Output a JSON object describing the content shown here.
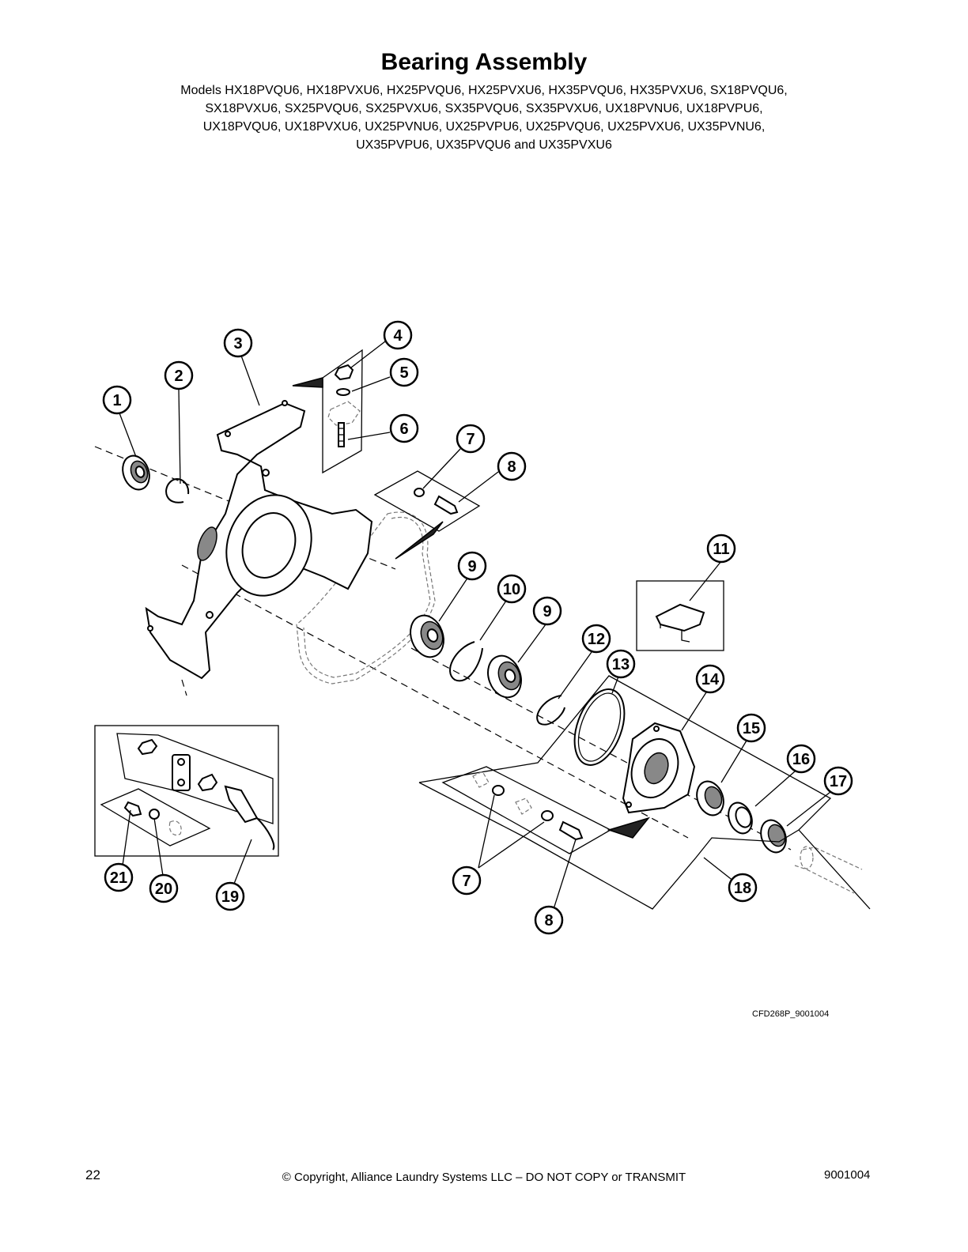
{
  "header": {
    "title": "Bearing Assembly",
    "models_lines": [
      "Models HX18PVQU6, HX18PVXU6, HX25PVQU6, HX25PVXU6, HX35PVQU6, HX35PVXU6, SX18PVQU6,",
      "SX18PVXU6, SX25PVQU6, SX25PVXU6, SX35PVQU6, SX35PVXU6, UX18PVNU6, UX18PVPU6,",
      "UX18PVQU6, UX18PVXU6, UX25PVNU6, UX25PVPU6, UX25PVQU6, UX25PVXU6, UX35PVNU6,",
      "UX35PVPU6, UX35PVQU6 and UX35PVXU6"
    ]
  },
  "callouts": [
    "1",
    "2",
    "3",
    "4",
    "5",
    "6",
    "7",
    "8",
    "9",
    "10",
    "9",
    "11",
    "12",
    "13",
    "14",
    "15",
    "16",
    "17",
    "21",
    "20",
    "19",
    "7",
    "8",
    "18"
  ],
  "diagram_code": "CFD268P_9001004",
  "footer": {
    "page_number": "22",
    "copyright": "© Copyright, Alliance Laundry Systems LLC – DO NOT COPY or TRANSMIT",
    "doc_number": "9001004"
  }
}
